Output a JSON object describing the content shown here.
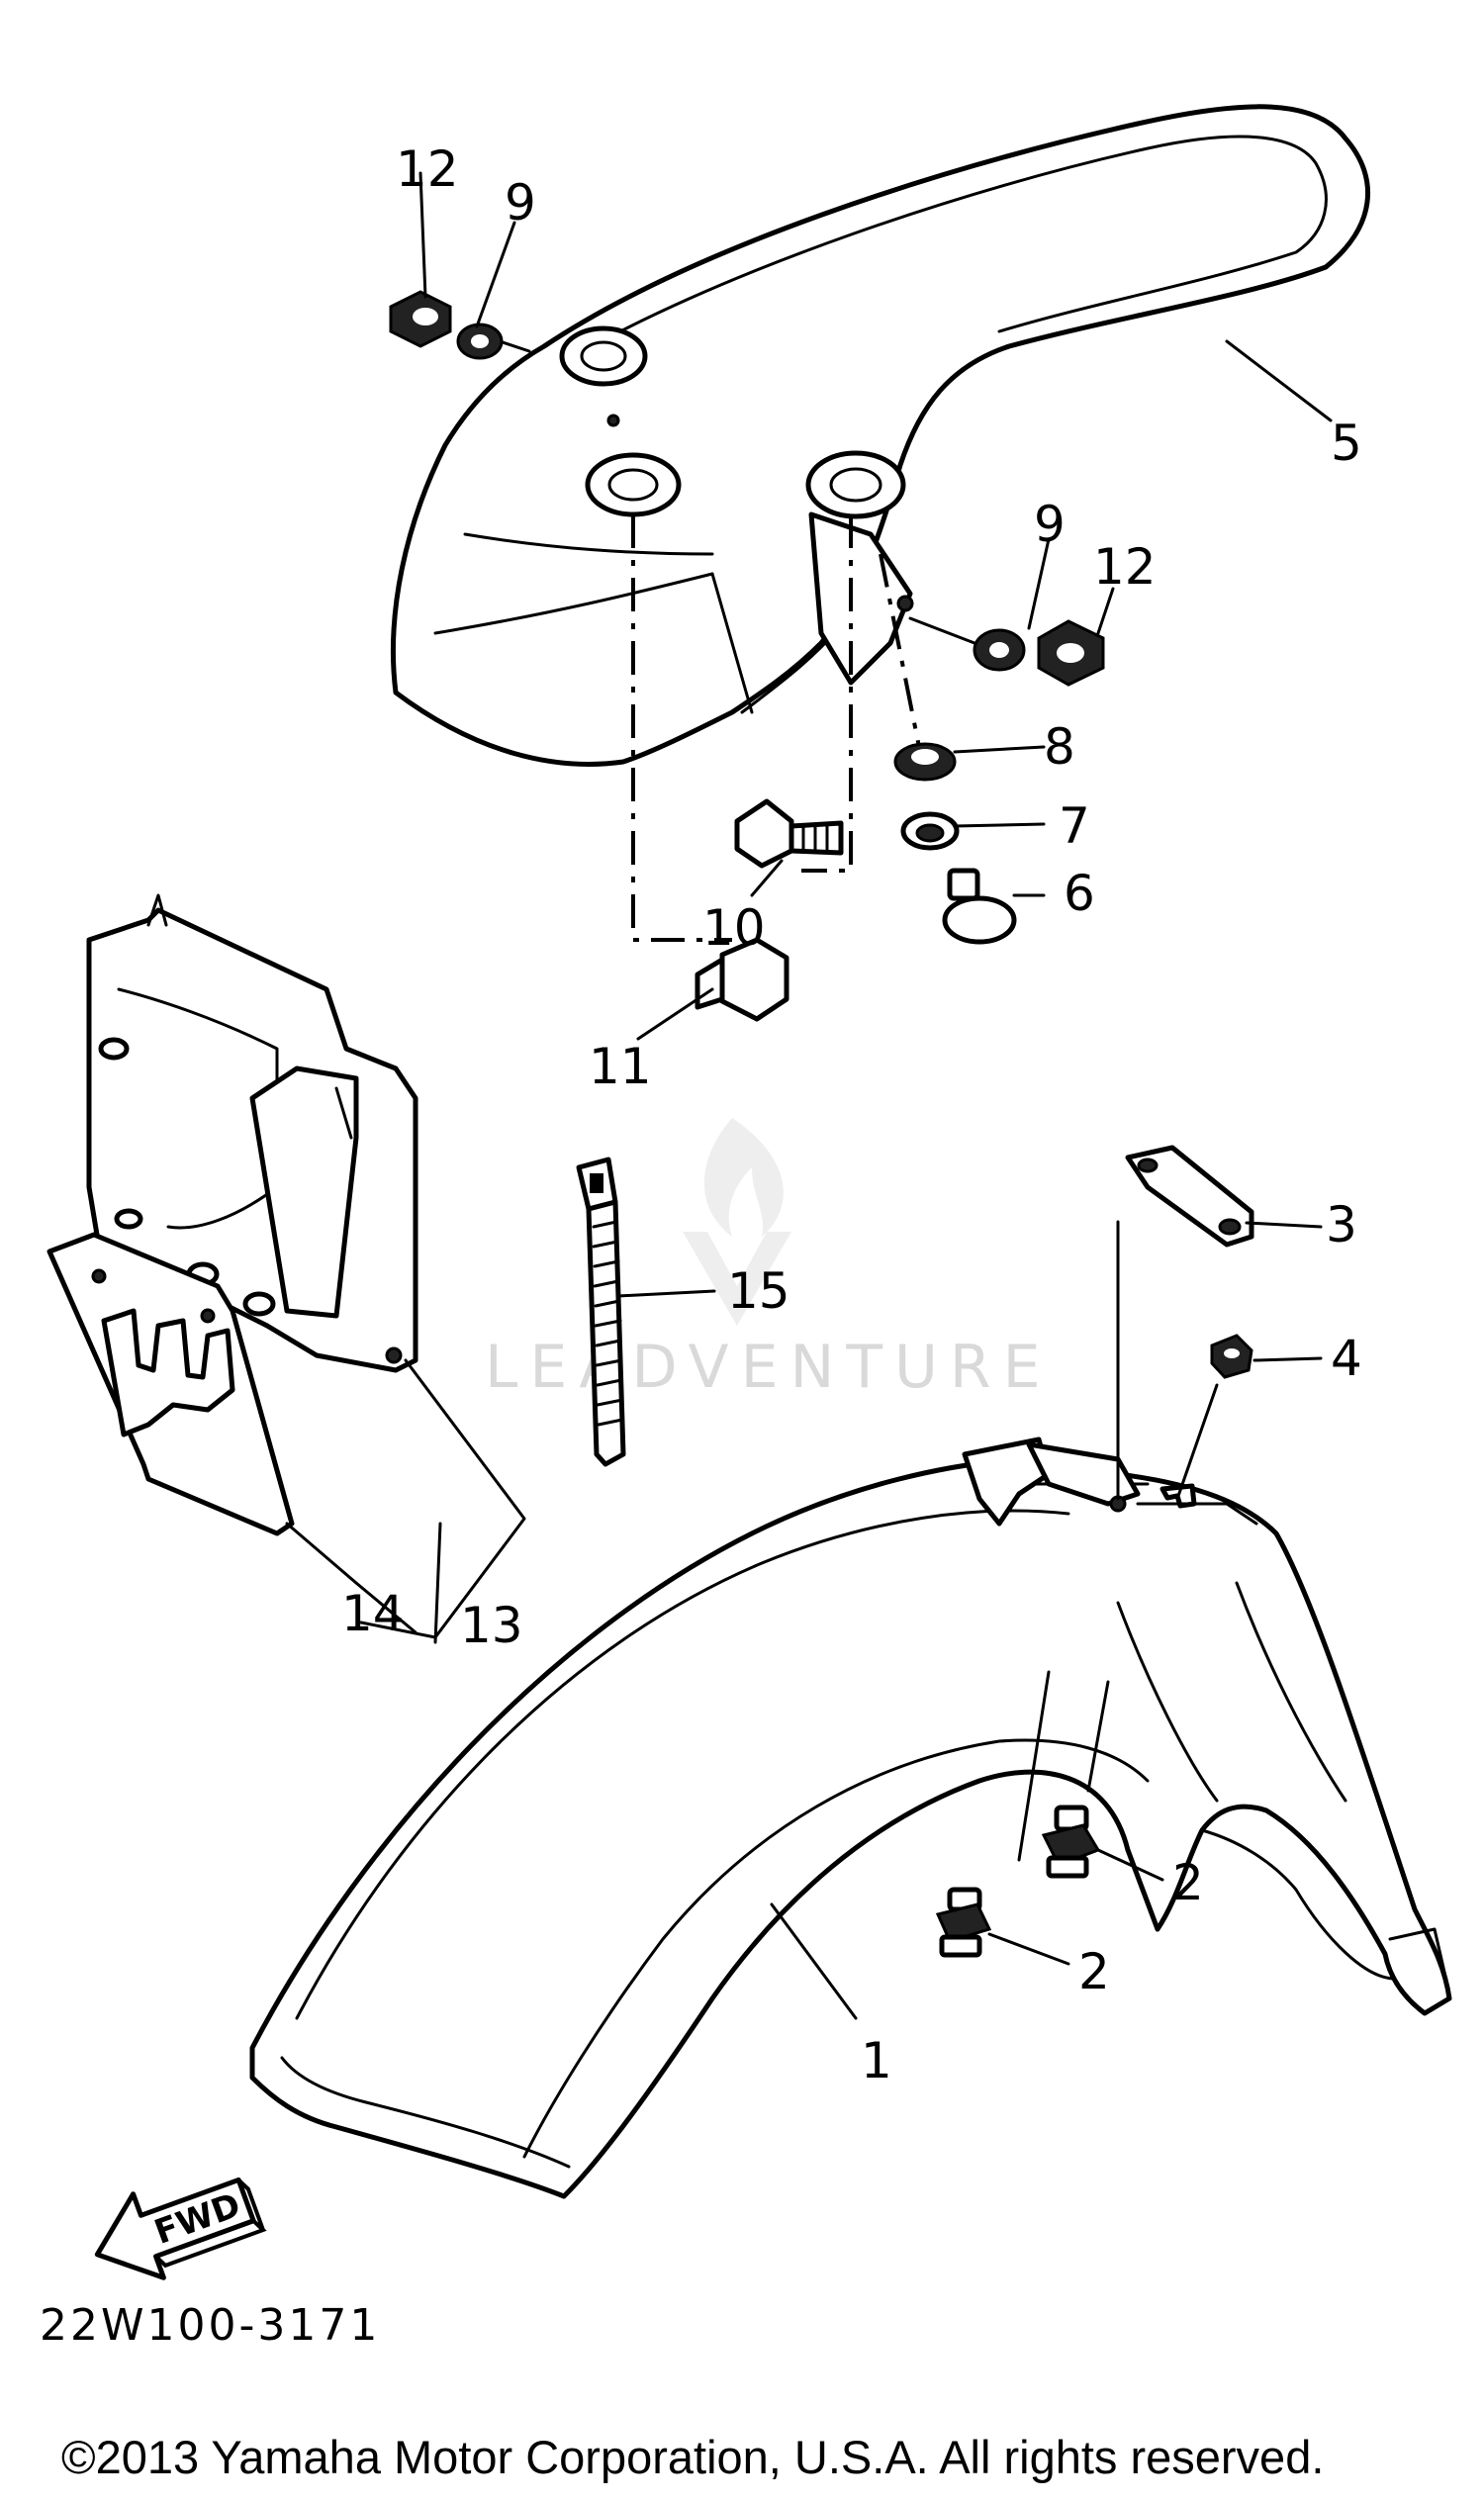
{
  "watermark": "LEADVENTURE",
  "part_labels": {
    "p1": "1",
    "p2a": "2",
    "p2b": "2",
    "p3": "3",
    "p4": "4",
    "p5": "5",
    "p6": "6",
    "p7": "7",
    "p8": "8",
    "p9a": "9",
    "p9b": "9",
    "p10": "10",
    "p11": "11",
    "p12a": "12",
    "p12b": "12",
    "p13": "13",
    "p14": "14",
    "p15": "15"
  },
  "fwd_label": "FWD",
  "diagram_code": "22W100-3171",
  "copyright": "©2013 Yamaha Motor Corporation, U.S.A. All rights reserved."
}
